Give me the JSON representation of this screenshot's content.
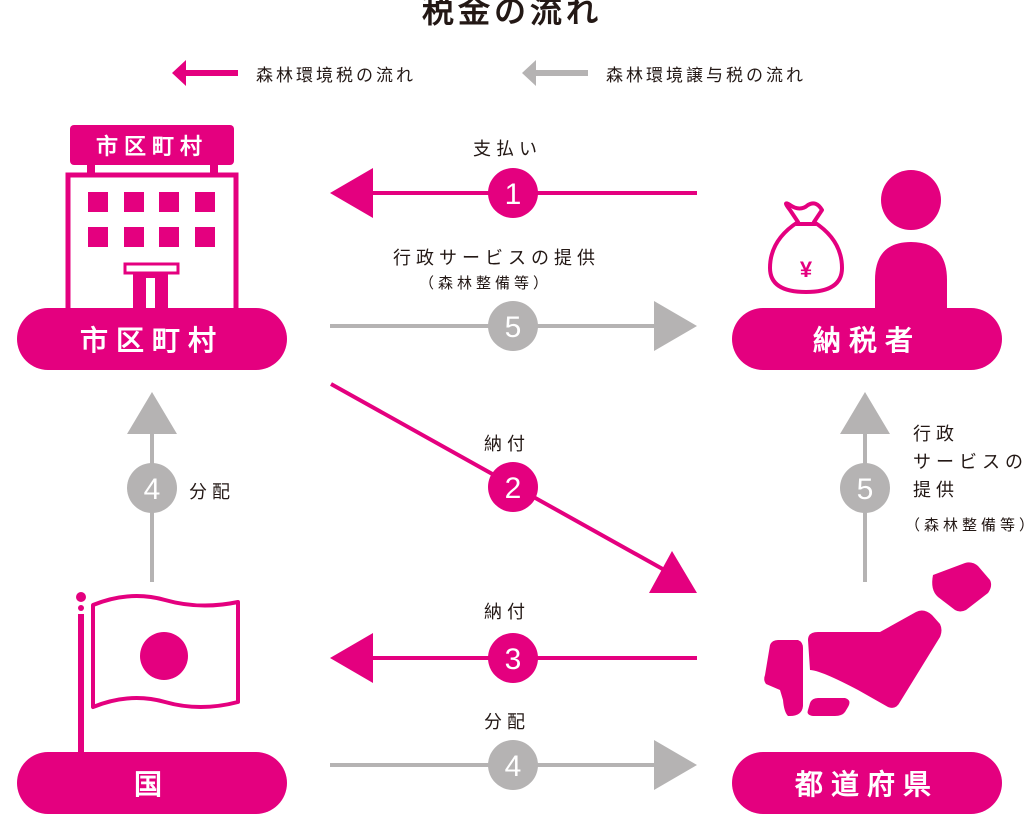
{
  "title": "税金の流れ",
  "colors": {
    "forest_env_tax": "#e4007f",
    "forest_env_transfer_tax": "#b5b3b3",
    "text": "#231815",
    "white": "#ffffff"
  },
  "legend": [
    {
      "label": "森林環境税の流れ",
      "color": "pink",
      "icon": "arrow-left-icon"
    },
    {
      "label": "森林環境譲与税の流れ",
      "color": "gray",
      "icon": "arrow-left-icon"
    }
  ],
  "nodes": {
    "municipality": {
      "label": "市区町村",
      "sign": "市区町村",
      "icon": "city-hall-building-icon"
    },
    "taxpayer": {
      "label": "納税者",
      "icon": "person-with-money-bag-icon",
      "bag_symbol": "¥"
    },
    "nation": {
      "label": "国",
      "icon": "japan-flag-icon"
    },
    "prefecture": {
      "label": "都道府県",
      "icon": "japan-map-icon"
    }
  },
  "flows": [
    {
      "step": "1",
      "label": "支払い",
      "from": "納税者",
      "to": "市区町村",
      "color": "pink"
    },
    {
      "step": "2",
      "label": "納付",
      "from": "市区町村",
      "to": "都道府県",
      "color": "pink"
    },
    {
      "step": "3",
      "label": "納付",
      "from": "都道府県",
      "to": "国",
      "color": "pink"
    },
    {
      "step": "4",
      "label": "分配",
      "from": "国",
      "to": "都道府県",
      "color": "gray"
    },
    {
      "step": "4",
      "label": "分配",
      "from": "国",
      "to": "市区町村",
      "color": "gray"
    },
    {
      "step": "5",
      "label": "行政サービスの提供",
      "sublabel": "（森林整備等）",
      "from": "市区町村",
      "to": "納税者",
      "color": "gray"
    },
    {
      "step": "5",
      "label_lines": [
        "行政",
        "サービスの",
        "提供"
      ],
      "sublabel": "（森林整備等）",
      "from": "都道府県",
      "to": "納税者",
      "color": "gray"
    }
  ]
}
